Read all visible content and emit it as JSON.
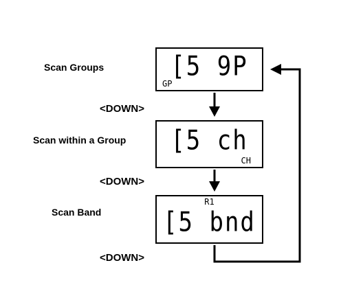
{
  "steps": [
    {
      "label": "Scan Groups",
      "display": "[5 9P",
      "indicator": "GP"
    },
    {
      "label": "Scan within a Group",
      "display": "[5 ch",
      "indicator": "CH"
    },
    {
      "label": "Scan Band",
      "display": "[5 bnd",
      "indicator": "R1"
    }
  ],
  "down_labels": [
    "<DOWN>",
    "<DOWN>",
    "<DOWN>"
  ],
  "colors": {
    "line": "#000000",
    "background": "#ffffff"
  }
}
